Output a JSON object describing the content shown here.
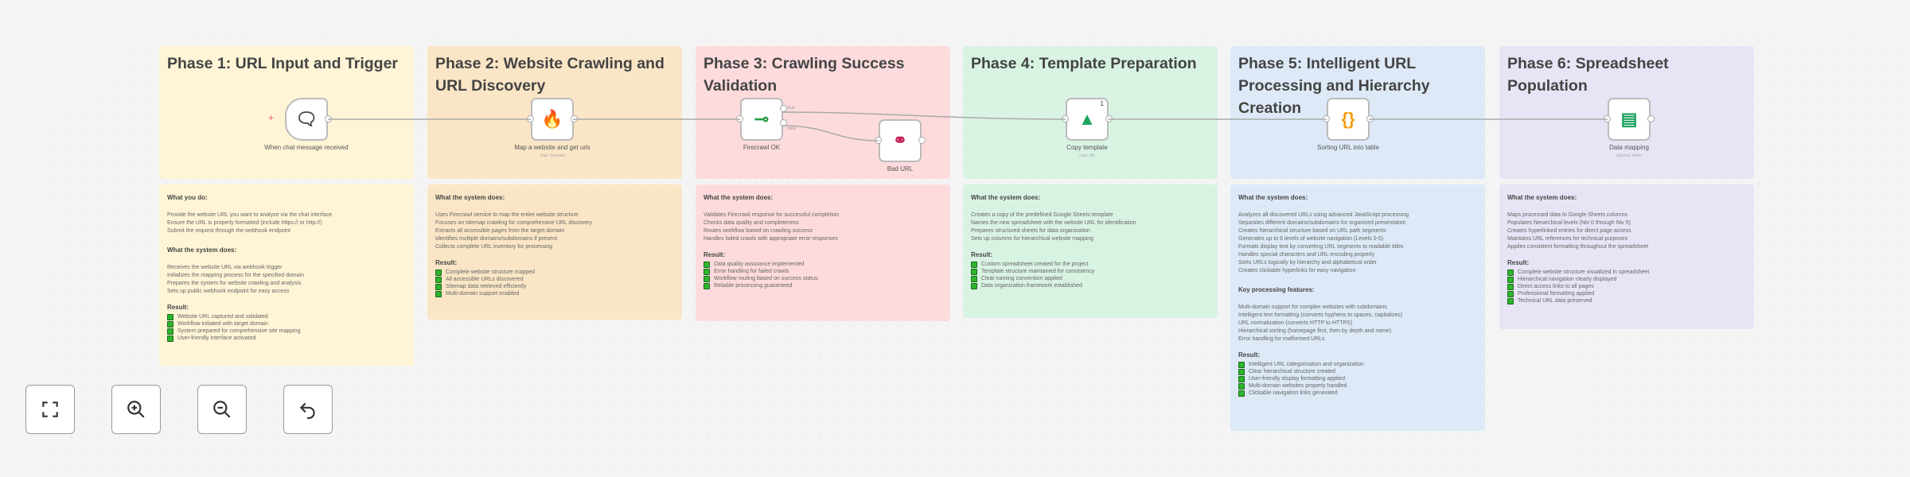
{
  "phases": [
    {
      "title": "Phase 1: URL Input and Trigger",
      "color": "#fff5d6",
      "note": {
        "sections": [
          {
            "heading": "What you do:",
            "items": [
              "Provide the website URL you want to analyze via the chat interface",
              "Ensure the URL is properly formatted (include https:// or http://)",
              "Submit the request through the webhook endpoint"
            ]
          },
          {
            "heading": "What the system does:",
            "items": [
              "Receives the website URL via webhook trigger",
              "Initializes the mapping process for the specified domain",
              "Prepares the system for website crawling and analysis",
              "Sets up public webhook endpoint for easy access"
            ]
          }
        ],
        "result_label": "Result:",
        "results": [
          "Website URL captured and validated",
          "Workflow initiated with target domain",
          "System prepared for comprehensive site mapping",
          "User-friendly interface activated"
        ]
      }
    },
    {
      "title": "Phase 2: Website Crawling and URL Discovery",
      "color": "#fae6c6",
      "note": {
        "sections": [
          {
            "heading": "What the system does:",
            "items": [
              "Uses Firecrawl service to map the entire website structure",
              "Focuses on sitemap crawling for comprehensive URL discovery",
              "Extracts all accessible pages from the target domain",
              "Identifies multiple domains/subdomains if present",
              "Collects complete URL inventory for processing"
            ]
          }
        ],
        "result_label": "Result:",
        "results": [
          "Complete website structure mapped",
          "All accessible URLs discovered",
          "Sitemap data retrieved efficiently",
          "Multi-domain support enabled"
        ]
      }
    },
    {
      "title": "Phase 3: Crawling Success Validation",
      "color": "#fddbdd",
      "note": {
        "sections": [
          {
            "heading": "What the system does:",
            "items": [
              "Validates Firecrawl response for successful completion",
              "Checks data quality and completeness",
              "Routes workflow based on crawling success",
              "Handles failed crawls with appropriate error responses"
            ]
          }
        ],
        "result_label": "Result:",
        "results": [
          "Data quality assurance implemented",
          "Error handling for failed crawls",
          "Workflow routing based on success status",
          "Reliable processing guaranteed"
        ]
      }
    },
    {
      "title": "Phase 4: Template Preparation",
      "color": "#d9f3e3",
      "note": {
        "sections": [
          {
            "heading": "What the system does:",
            "items": [
              "Creates a copy of the predefined Google Sheets template",
              "Names the new spreadsheet with the website URL for identification",
              "Prepares structured sheets for data organization",
              "Sets up columns for hierarchical website mapping"
            ]
          }
        ],
        "result_label": "Result:",
        "results": [
          "Custom spreadsheet created for the project",
          "Template structure maintained for consistency",
          "Clear naming convention applied",
          "Data organization framework established"
        ]
      }
    },
    {
      "title": "Phase 5: Intelligent URL Processing and Hierarchy Creation",
      "color": "#dde9f7",
      "note": {
        "sections": [
          {
            "heading": "What the system does:",
            "items": [
              "Analyzes all discovered URLs using advanced JavaScript processing",
              "Separates different domains/subdomains for organized presentation",
              "Creates hierarchical structure based on URL path segments",
              "Generates up to 6 levels of website navigation (Levels 0-5)",
              "Formats display text by converting URL segments to readable titles",
              "Handles special characters and URL encoding properly",
              "Sorts URLs logically by hierarchy and alphabetical order",
              "Creates clickable hyperlinks for easy navigation"
            ]
          },
          {
            "heading": "Key processing features:",
            "items": [
              "Multi-domain support for complex websites with subdomains",
              "Intelligent text formatting (converts hyphens to spaces, capitalizes)",
              "URL normalization (converts HTTP to HTTPS)",
              "Hierarchical sorting (homepage first, then by depth and name)",
              "Error handling for malformed URLs"
            ]
          }
        ],
        "result_label": "Result:",
        "results": [
          "Intelligent URL categorization and organization",
          "Clear hierarchical structure created",
          "User-friendly display formatting applied",
          "Multi-domain websites properly handled",
          "Clickable navigation links generated"
        ]
      }
    },
    {
      "title": "Phase 6: Spreadsheet Population",
      "color": "#e6e4f5",
      "note": {
        "sections": [
          {
            "heading": "What the system does:",
            "items": [
              "Maps processed data to Google Sheets columns",
              "Populates hierarchical levels (Niv 0 through Niv 5)",
              "Creates hyperlinked entries for direct page access",
              "Maintains URL references for technical purposes",
              "Applies consistent formatting throughout the spreadsheet"
            ]
          }
        ],
        "result_label": "Result:",
        "results": [
          "Complete website structure visualized in spreadsheet",
          "Hierarchical navigation clearly displayed",
          "Direct access links to all pages",
          "Professional formatting applied",
          "Technical URL data preserved"
        ]
      }
    }
  ],
  "nodes": [
    {
      "name": "When chat message received",
      "sub": "",
      "icon": "chat-icon"
    },
    {
      "name": "Map a website and get urls",
      "sub": "map: firecrawl",
      "icon": "firecrawl-icon"
    },
    {
      "name": "Firecrawl OK",
      "sub": "",
      "icon": "if-icon"
    },
    {
      "name": "Bad URL",
      "sub": "",
      "icon": "webhook-icon"
    },
    {
      "name": "Copy template",
      "sub": "copy: file",
      "icon": "google-drive-icon",
      "badge": "1"
    },
    {
      "name": "Sorting URL into table",
      "sub": "",
      "icon": "code-icon"
    },
    {
      "name": "Data mapping",
      "sub": "append: sheet",
      "icon": "google-sheets-icon"
    }
  ],
  "edges": {
    "true_label": "true",
    "false_label": "false"
  },
  "controls": [
    {
      "icon": "fit-view-icon"
    },
    {
      "icon": "zoom-in-icon"
    },
    {
      "icon": "zoom-out-icon"
    },
    {
      "icon": "undo-icon"
    }
  ]
}
